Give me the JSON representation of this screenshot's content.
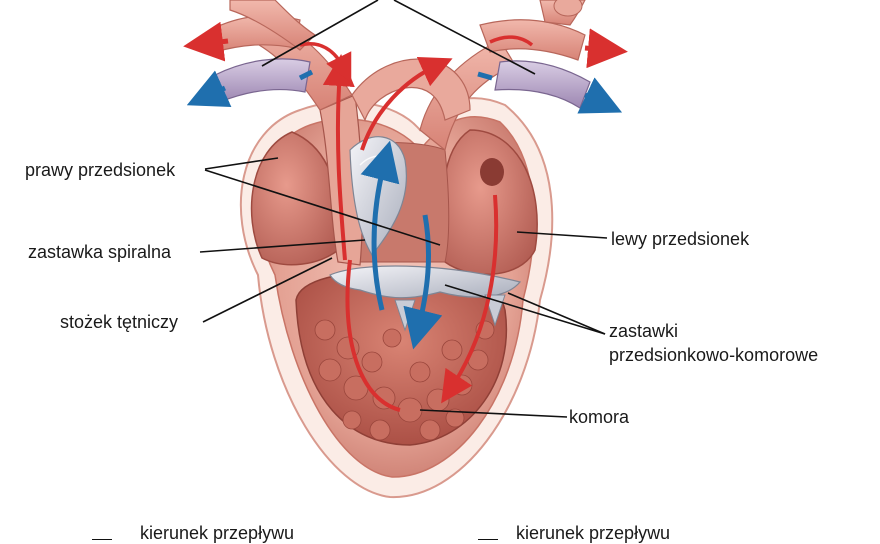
{
  "labels": {
    "right_atrium": "prawy przedsionek",
    "spiral_valve": "zastawka spiralna",
    "conus_arteriosus": "stożek tętniczy",
    "left_atrium": "lewy przedsionek",
    "av_valves_line1": "zastawki",
    "av_valves_line2": "przedsionkowo-komorowe",
    "ventricle": "komora"
  },
  "legend": {
    "item1": "kierunek przepływu",
    "item2": "kierunek przepływu"
  },
  "colors": {
    "oxygenated": "#d9302f",
    "deoxygenated": "#1f6fae",
    "tissue": "#d98a80",
    "tissue_dark": "#b85d55",
    "tissue_light": "#f1c9bf",
    "vein_purple": "#b8a4c8"
  }
}
